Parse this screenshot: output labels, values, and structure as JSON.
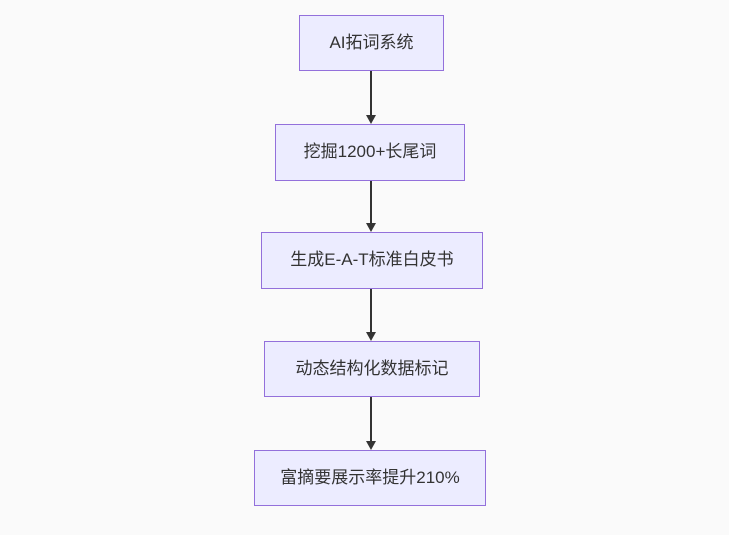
{
  "diagram": {
    "type": "flowchart",
    "direction": "top-down",
    "background_color": "#fafafa",
    "node_fill_color": "#ececff",
    "node_border_color": "#9370db",
    "arrow_color": "#333333",
    "text_color": "#333333",
    "nodes": [
      {
        "label": "AI拓词系统"
      },
      {
        "label": "挖掘1200+长尾词"
      },
      {
        "label": "生成E-A-T标准白皮书"
      },
      {
        "label": "动态结构化数据标记"
      },
      {
        "label": "富摘要展示率提升210%"
      }
    ],
    "edges": [
      {
        "from": 1,
        "to": 2,
        "style": "arrow-down"
      },
      {
        "from": 2,
        "to": 3,
        "style": "arrow-down"
      },
      {
        "from": 3,
        "to": 4,
        "style": "arrow-down"
      },
      {
        "from": 4,
        "to": 5,
        "style": "arrow-down"
      }
    ]
  }
}
